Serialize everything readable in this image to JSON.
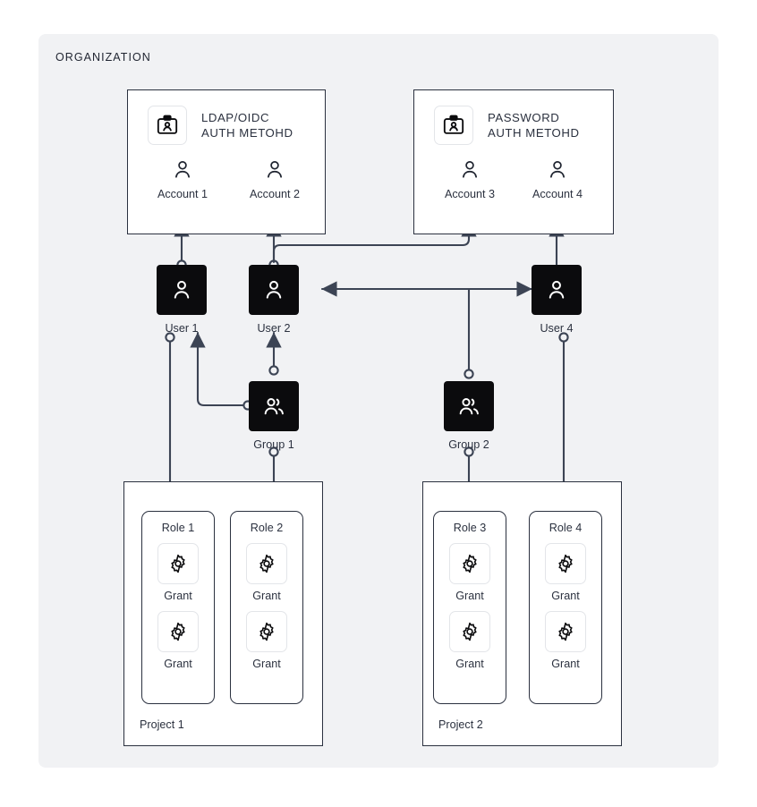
{
  "organization": {
    "label": "ORGANIZATION",
    "panel_bg": "#f1f2f4"
  },
  "colors": {
    "wire": "#3c4454",
    "node_fill": "#0b0b0d",
    "stroke": "#2b313f",
    "tile_border": "#e3e5e9",
    "canvas": "#ffffff"
  },
  "auth_methods": [
    {
      "id": "ldap-oidc",
      "title": "LDAP/OIDC\nAUTH METOHD",
      "icon": "id-badge-icon",
      "accounts": [
        {
          "label": "Account 1",
          "icon": "person-icon"
        },
        {
          "label": "Account 2",
          "icon": "person-icon"
        }
      ]
    },
    {
      "id": "password",
      "title": "PASSWORD\nAUTH METOHD",
      "icon": "id-badge-icon",
      "accounts": [
        {
          "label": "Account 3",
          "icon": "person-icon"
        },
        {
          "label": "Account 4",
          "icon": "person-icon"
        }
      ]
    }
  ],
  "users": [
    {
      "label": "User 1",
      "icon": "user-icon"
    },
    {
      "label": "User 2",
      "icon": "user-icon"
    },
    {
      "label": "User 4",
      "icon": "user-icon"
    }
  ],
  "groups": [
    {
      "label": "Group 1",
      "icon": "users-group-icon"
    },
    {
      "label": "Group 2",
      "icon": "users-group-icon"
    }
  ],
  "projects": [
    {
      "name": "Project 1",
      "roles": [
        {
          "name": "Role 1",
          "grants": [
            {
              "label": "Grant",
              "icon": "gear-icon"
            },
            {
              "label": "Grant",
              "icon": "gear-icon"
            }
          ]
        },
        {
          "name": "Role 2",
          "grants": [
            {
              "label": "Grant",
              "icon": "gear-icon"
            },
            {
              "label": "Grant",
              "icon": "gear-icon"
            }
          ]
        }
      ]
    },
    {
      "name": "Project 2",
      "roles": [
        {
          "name": "Role 3",
          "grants": [
            {
              "label": "Grant",
              "icon": "gear-icon"
            },
            {
              "label": "Grant",
              "icon": "gear-icon"
            }
          ]
        },
        {
          "name": "Role 4",
          "grants": [
            {
              "label": "Grant",
              "icon": "gear-icon"
            },
            {
              "label": "Grant",
              "icon": "gear-icon"
            }
          ]
        }
      ]
    }
  ]
}
